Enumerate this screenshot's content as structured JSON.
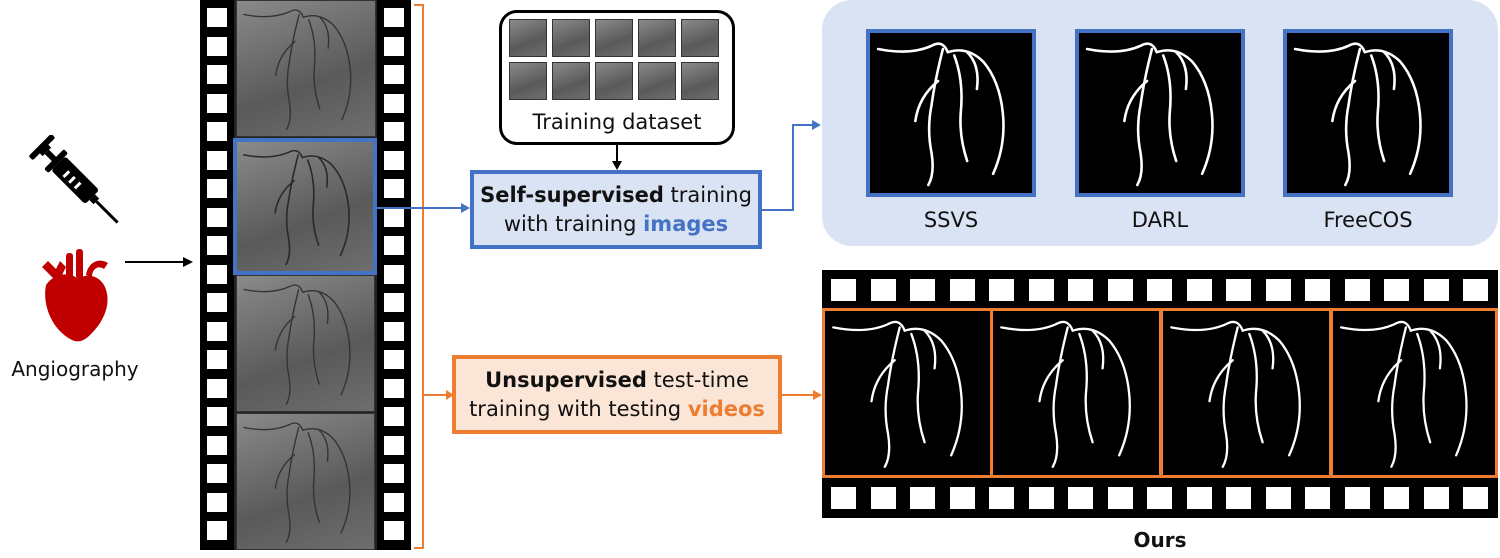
{
  "left": {
    "label": "Angiography",
    "icons": [
      "syringe-icon",
      "heart-icon"
    ]
  },
  "training_dataset": {
    "label": "Training dataset"
  },
  "self_supervised": {
    "bold": "Self-supervised",
    "rest1": " training",
    "line2": "with training ",
    "highlight": "images"
  },
  "unsupervised": {
    "bold": "Unsupervised",
    "rest1": " test-time",
    "line2": "training with testing ",
    "highlight": "videos"
  },
  "baselines": [
    {
      "label": "SSVS"
    },
    {
      "label": "DARL"
    },
    {
      "label": "FreeCOS"
    }
  ],
  "ours": {
    "label": "Ours"
  },
  "colors": {
    "blue": "#4472c4",
    "blue_fill": "#dae3f3",
    "orange": "#ed7d31",
    "orange_fill": "#fbe5d6",
    "heart": "#c00000"
  }
}
